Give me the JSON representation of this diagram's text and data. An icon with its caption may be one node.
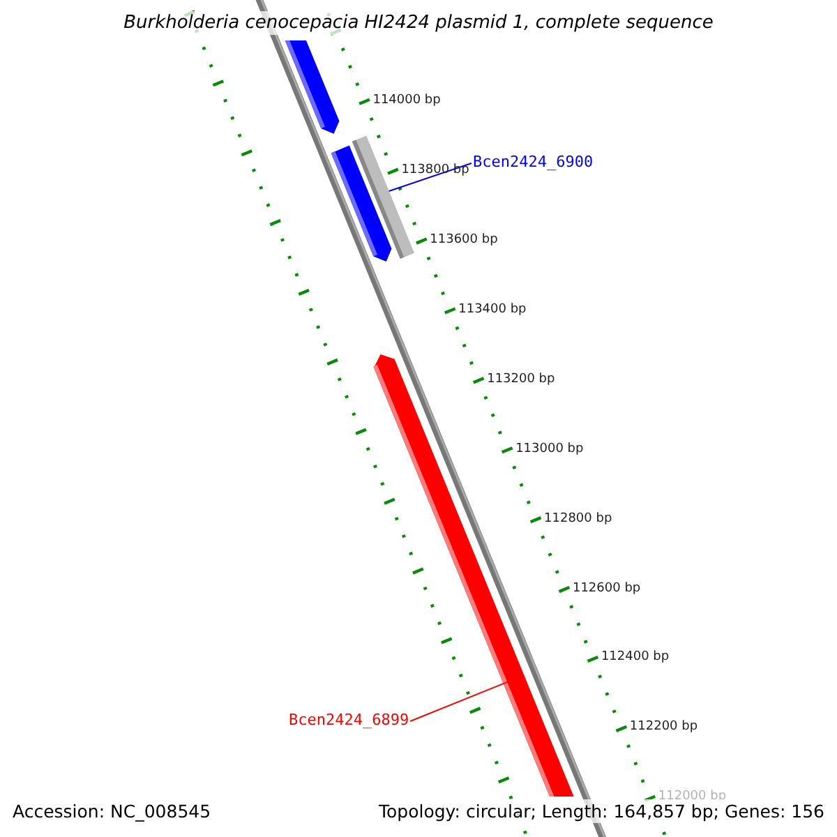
{
  "diagram": {
    "title": "Burkholderia cenocepacia HI2424 plasmid 1, complete sequence",
    "nodes": [
      {
        "text": [],
        "shape": "bar"
      },
      {
        "text": [],
        "shape": "bar"
      },
      {
        "text": [],
        "shape": "bar"
      },
      {
        "text": [
          "Bcen2424_6900"
        ]
      },
      {
        "text": [],
        "shape": "bar"
      },
      {
        "text": [
          "Bcen2424_6899"
        ]
      }
    ],
    "edges": [
      {
        "from": 3,
        "to": 2,
        "arrow": "none",
        "color": "#0000ff"
      },
      {
        "from": 5,
        "to": 4,
        "arrow": "none",
        "color": "#ff0000"
      }
    ],
    "labels": [
      "114000 bp",
      "113800 bp",
      "113600 bp",
      "113400 bp",
      "113200 bp",
      "113000 bp",
      "112800 bp",
      "112600 bp",
      "112400 bp",
      "112200 bp",
      "112000 bp",
      "Accession: NC_008545",
      "Topology: circular; Length: 164,857 bp; Genes: 156"
    ]
  }
}
